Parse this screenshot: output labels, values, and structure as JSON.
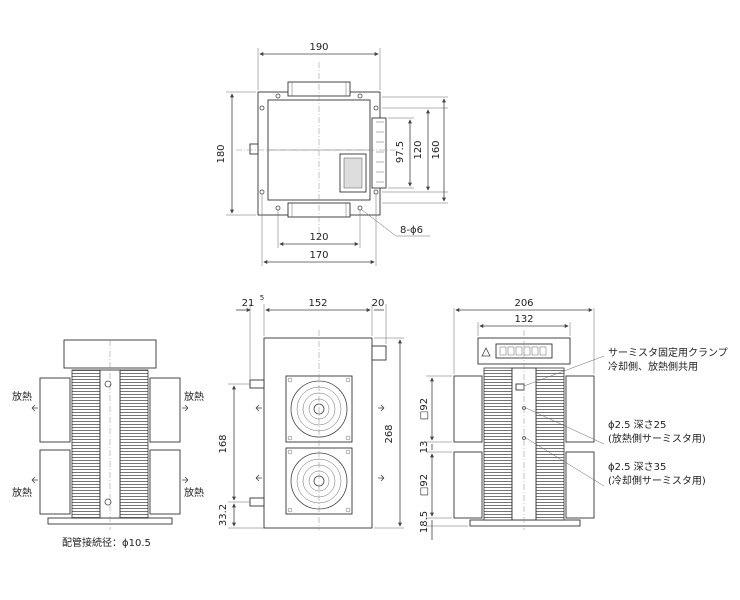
{
  "top_view": {
    "dim_width_top": "190",
    "dim_height_left": "180",
    "dim_right_97": "97.5",
    "dim_right_120": "120",
    "dim_right_160": "160",
    "dim_bottom_120": "120",
    "dim_bottom_170": "170",
    "hole_note": "8-ϕ6"
  },
  "front_view": {
    "label_heat_left_upper": "放熱",
    "label_heat_right_upper": "放熱",
    "label_heat_left_lower": "放熱",
    "label_heat_right_lower": "放熱",
    "pipe_note": "配管接続径：ϕ10.5"
  },
  "side_view": {
    "dim_21": "21",
    "dim_21_sup": "5",
    "dim_152": "152",
    "dim_20": "20",
    "dim_168": "168",
    "dim_268": "268",
    "dim_33": "33.2"
  },
  "right_view": {
    "dim_206": "206",
    "dim_132": "132",
    "dim_sq92_upper": "□92",
    "dim_13": "13",
    "dim_sq92_lower": "□92",
    "dim_185": "18.5",
    "note_clamp_line1": "サーミスタ固定用クランプ",
    "note_clamp_line2": "冷却側、放熱側共用",
    "note_hole25_line1": "ϕ2.5  深さ25",
    "note_hole25_line2": "(放熱側サーミスタ用)",
    "note_hole35_line1": "ϕ2.5  深さ35",
    "note_hole35_line2": "(冷却側サーミスタ用)"
  }
}
